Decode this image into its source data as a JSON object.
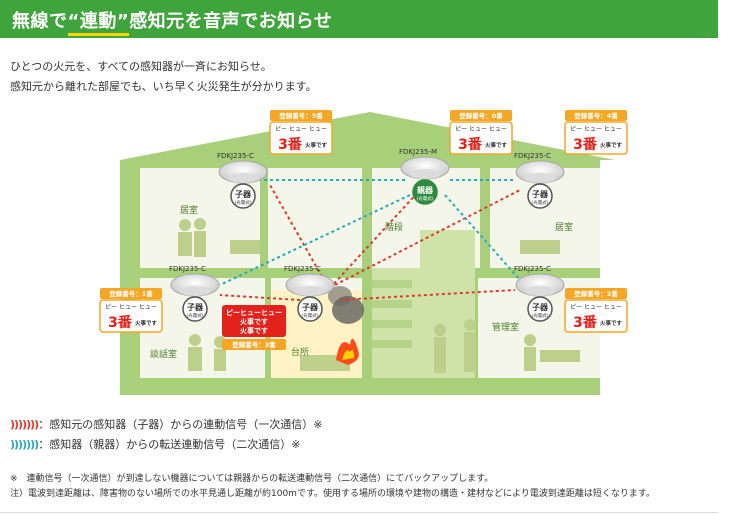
{
  "header": {
    "title_pre": "無線で",
    "title_quote_open": "“",
    "title_highlight": "連動",
    "title_quote_close": "”",
    "title_post": "感知元を音声でお知らせ"
  },
  "intro": {
    "line1": "ひとつの火元を、すべての感知器が一斉にお知らせ。",
    "line2": "感知元から離れた部屋でも、いち早く火災発生が分かります。"
  },
  "colors": {
    "header_bg": "#3fa43c",
    "primary_wave": "#e03a2a",
    "secondary_wave": "#2aa8b8",
    "badge_bg": "#f5a623",
    "number_red": "#e2221b",
    "child_badge": "#4a4a4a",
    "parent_badge": "#2e8b3e"
  },
  "figure": {
    "rooms": {
      "upper_left": "居室",
      "stairs": "階段",
      "upper_right": "居室",
      "lower_left": "談話室",
      "kitchen": "台所",
      "lower_right": "管理室"
    },
    "detectors": [
      {
        "id": "ul",
        "reg": "登録番号：5番",
        "model": "FDKJ235-C",
        "role": "子器",
        "role_sub": "(光電式)"
      },
      {
        "id": "top",
        "reg": "登録番号：0番",
        "model": "FDKJ235-M",
        "role": "親器",
        "role_sub": "(光電式)"
      },
      {
        "id": "ur",
        "reg": "登録番号：4番",
        "model": "FDKJ235-C",
        "role": "子器",
        "role_sub": "(光電式)"
      },
      {
        "id": "ll",
        "reg": "登録番号：1番",
        "model": "FDKJ235-C",
        "role": "子器",
        "role_sub": "(光電式)"
      },
      {
        "id": "kit",
        "reg": "登録番号：3番",
        "model": "FDKJ235-C",
        "role": "子器",
        "role_sub": "(光電式)"
      },
      {
        "id": "lr",
        "reg": "登録番号：2番",
        "model": "FDKJ235-C",
        "role": "子器",
        "role_sub": "(光電式)"
      }
    ],
    "bubble_sound": "ピー ヒュー ヒュー",
    "bubble_number": "3番",
    "bubble_suffix": "火事です",
    "fire_bubble_line1": "ピーヒューヒュー",
    "fire_bubble_line2": "火事です",
    "fire_bubble_line3": "火事です"
  },
  "legend": {
    "waves_red": ")))))))",
    "primary": "：感知元の感知器（子器）からの連動信号（一次通信）※",
    "waves_blue": ")))))))",
    "secondary": "：感知器（親器）からの転送連動信号（二次通信）※"
  },
  "notes": {
    "line1": "※　連動信号（一次通信）が到達しない機器については親器からの転送連動信号（二次通信）にてバックアップします。",
    "line2": "注）電波到達距離は、障害物のない場所での水平見通し距離が約100mです。使用する場所の環境や建物の構造・建材などにより電波到達距離は短くなります。"
  }
}
